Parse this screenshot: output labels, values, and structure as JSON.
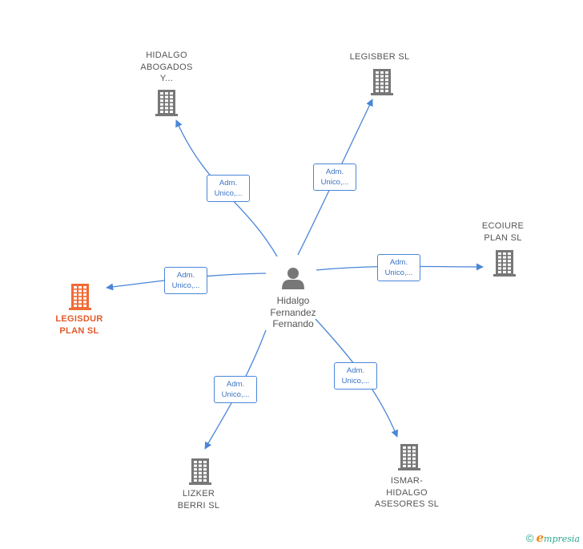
{
  "center": {
    "label": "Hidalgo\nFernandez\nFernando"
  },
  "nodes": [
    {
      "id": "hidalgo-abogados",
      "label": "HIDALGO\nABOGADOS\nY...",
      "focus": false
    },
    {
      "id": "legisber",
      "label": "LEGISBER  SL",
      "focus": false
    },
    {
      "id": "ecoiure",
      "label": "ECOIURE\nPLAN  SL",
      "focus": false
    },
    {
      "id": "legisdur",
      "label": "LEGISDUR\nPLAN  SL",
      "focus": true
    },
    {
      "id": "lizker",
      "label": "LIZKER\nBERRI  SL",
      "focus": false
    },
    {
      "id": "ismar",
      "label": "ISMAR-\nHIDALGO\nASESORES  SL",
      "focus": false
    }
  ],
  "edges": [
    {
      "to": "hidalgo-abogados",
      "label": "Adm.\nUnico,..."
    },
    {
      "to": "legisber",
      "label": "Adm.\nUnico,..."
    },
    {
      "to": "ecoiure",
      "label": "Adm.\nUnico,..."
    },
    {
      "to": "legisdur",
      "label": "Adm.\nUnico,..."
    },
    {
      "to": "lizker",
      "label": "Adm.\nUnico,..."
    },
    {
      "to": "ismar",
      "label": "Adm.\nUnico,..."
    }
  ],
  "colors": {
    "edge": "#4a86d8",
    "building": "#777777",
    "building_focus": "#f26a35",
    "person": "#777777"
  },
  "footer": {
    "copyright": "©",
    "brand_initial": "e",
    "brand_rest": "mpresia"
  }
}
